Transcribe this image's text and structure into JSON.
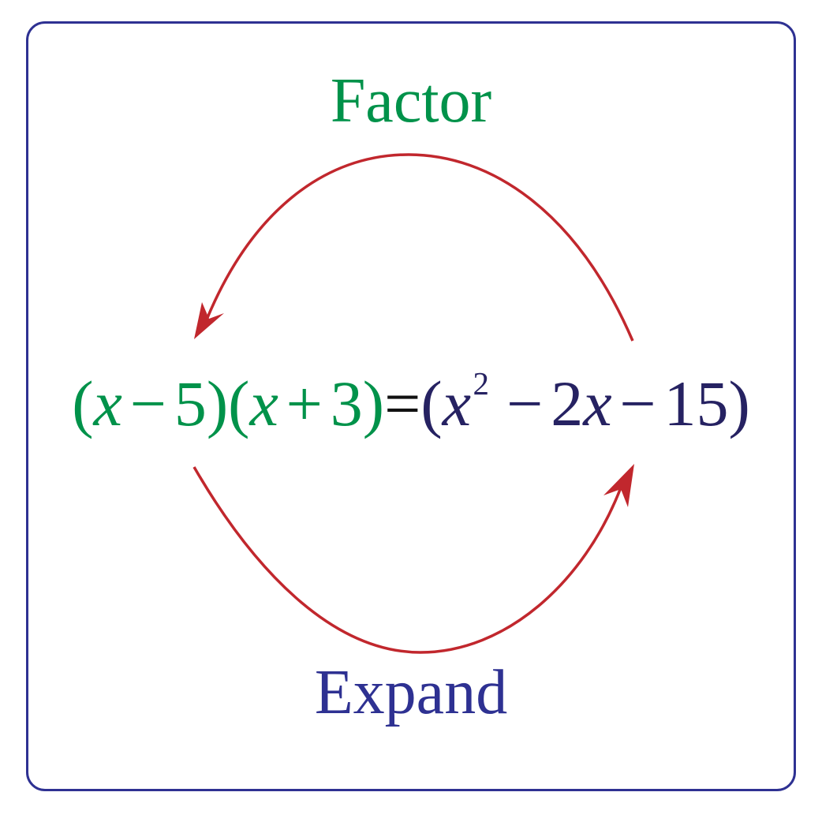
{
  "labels": {
    "factor": "Factor",
    "expand": "Expand"
  },
  "equation": {
    "factored": {
      "open1": "(",
      "var1": "x",
      "op1": "−",
      "num1": "5",
      "close1": ")",
      "open2": "(",
      "var2": "x",
      "op2": "+",
      "num2": "3",
      "close2": ")"
    },
    "equals": "=",
    "expanded": {
      "open": "(",
      "var1": "x",
      "exponent": "2",
      "op1": "−",
      "coef": "2",
      "var2": "x",
      "op2": "−",
      "constant": "15",
      "close": ")"
    }
  },
  "colors": {
    "frame": "#2e3192",
    "factor_text": "#00924a",
    "expand_text": "#2e3192",
    "factored_expression": "#00924a",
    "expanded_expression": "#262262",
    "arrows": "#c1272d"
  },
  "arrows": [
    {
      "id": "factor-arrow",
      "from": "expanded expression",
      "to": "factored expression",
      "direction": "counterclockwise-top"
    },
    {
      "id": "expand-arrow",
      "from": "factored expression",
      "to": "expanded expression",
      "direction": "clockwise-bottom"
    }
  ]
}
